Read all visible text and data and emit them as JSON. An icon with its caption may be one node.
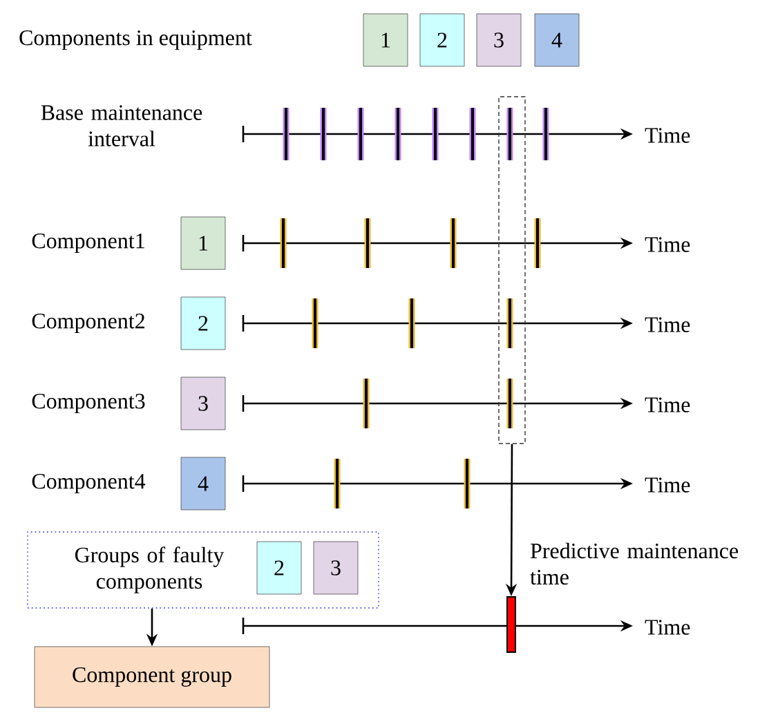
{
  "diagram": {
    "nodes": [
      {
        "text": [
          "1"
        ]
      },
      {
        "text": [
          "2"
        ]
      },
      {
        "text": [
          "3"
        ]
      },
      {
        "text": [
          "4"
        ]
      },
      {
        "text": [
          "1"
        ],
        "beside": [
          "Component1"
        ]
      },
      {
        "text": [
          "2"
        ],
        "beside": [
          "Component2"
        ]
      },
      {
        "text": [
          "3"
        ],
        "beside": [
          "Component3"
        ]
      },
      {
        "text": [
          "4"
        ],
        "beside": [
          "Component4"
        ]
      },
      {
        "text": [],
        "shape": "box"
      },
      {
        "text": [
          "Groups of faulty components"
        ]
      },
      {
        "text": [
          "2"
        ],
        "in": 9
      },
      {
        "text": [
          "3"
        ],
        "in": 9
      },
      {
        "text": [
          "Component group"
        ]
      },
      {
        "text": [],
        "shape": "bar",
        "beside": [
          "Predictive maintenance time"
        ]
      }
    ],
    "edges": [
      {
        "from": 8,
        "to": 13,
        "arrow": "to"
      },
      {
        "from": 9,
        "to": 12,
        "arrow": "to"
      }
    ],
    "labels": [
      "Components in equipment",
      "Base maintenance interval",
      "Time",
      "Time",
      "Time",
      "Time",
      "Time",
      "Time"
    ]
  }
}
